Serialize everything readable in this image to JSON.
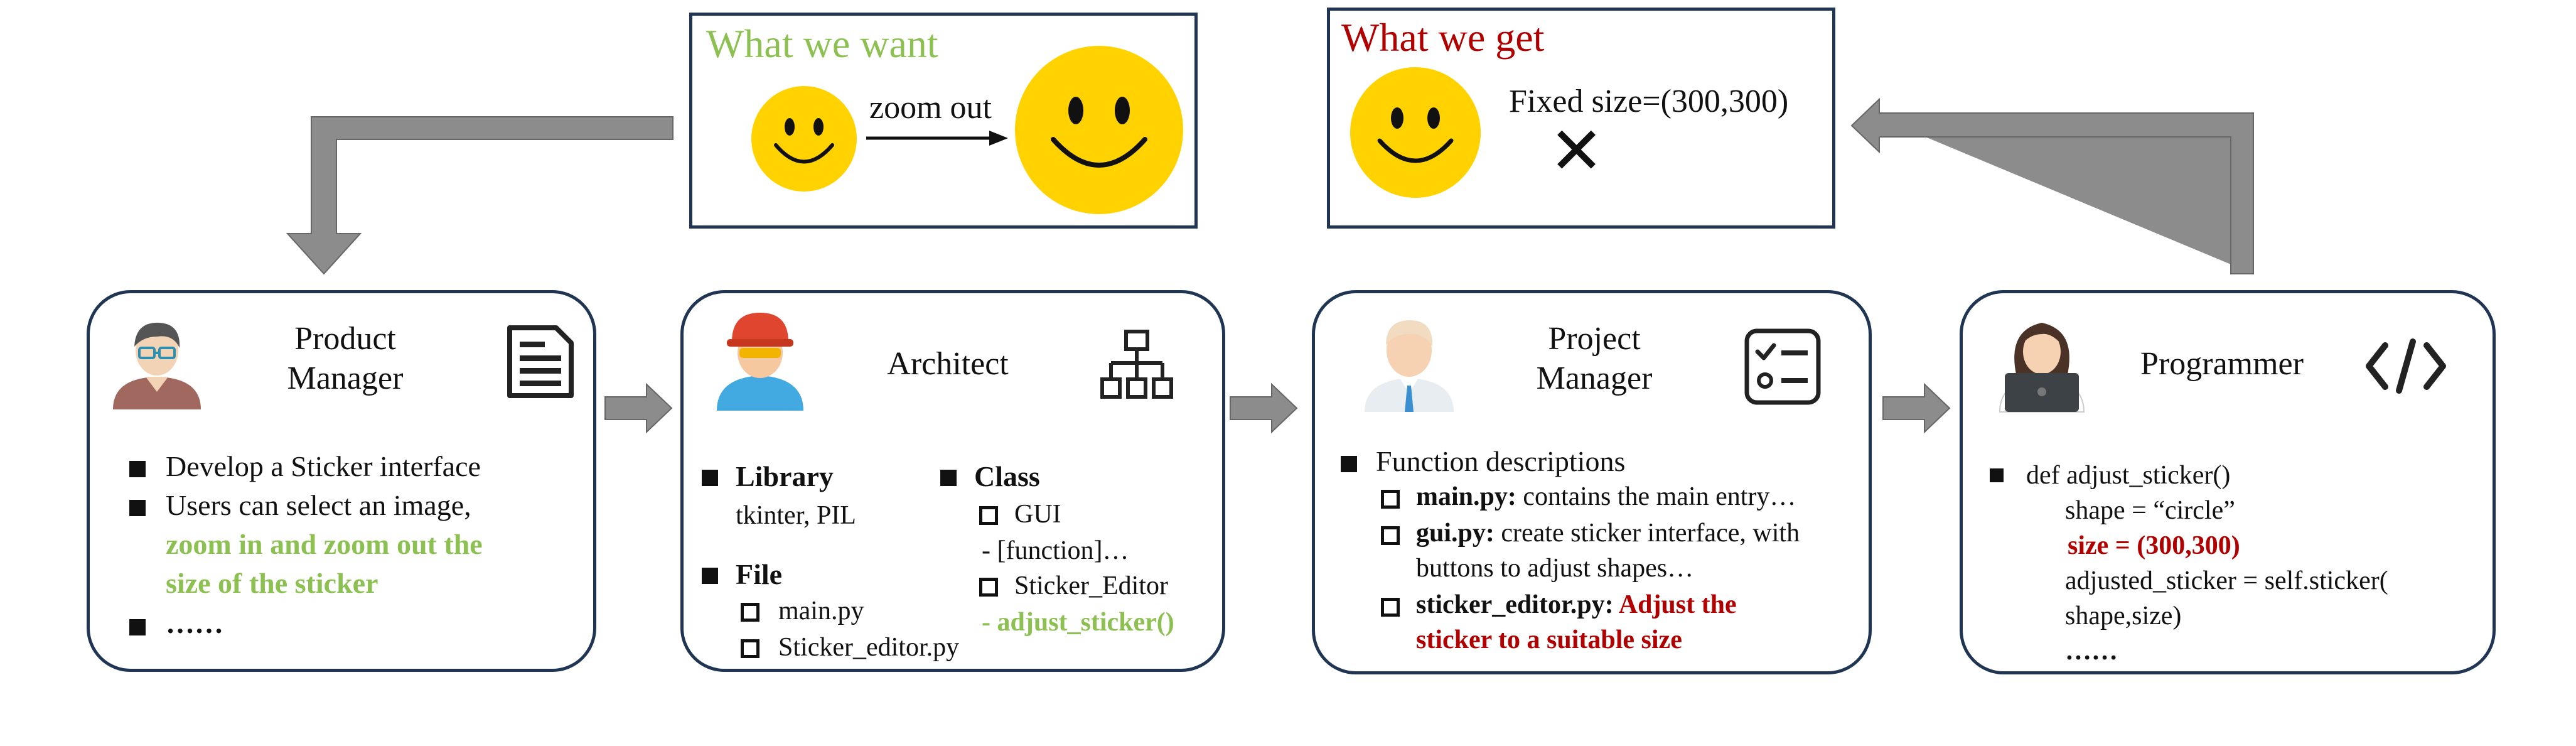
{
  "top_left": {
    "title": "What we want",
    "arrow_label": "zoom out"
  },
  "top_right": {
    "title": "What we get",
    "fixed_label": "Fixed size=(300,300)",
    "cross": "✕"
  },
  "product_manager": {
    "role": "Product Manager",
    "role_line1": "Product",
    "role_line2": "Manager",
    "items": [
      "Develop a Sticker interface",
      "Users can select an image,",
      "zoom in and zoom out the",
      "size of the sticker",
      "……"
    ]
  },
  "architect": {
    "role": "Architect",
    "library_title": "Library",
    "library_value": "tkinter, PIL",
    "file_title": "File",
    "files": [
      "main.py",
      "Sticker_editor.py"
    ],
    "class_title": "Class",
    "class_gui": "GUI",
    "class_gui_fn": "- [function]…",
    "class_editor": "Sticker_Editor",
    "class_editor_fn": "- adjust_sticker()"
  },
  "project_manager": {
    "role_line1": "Project",
    "role_line2": "Manager",
    "heading": "Function descriptions",
    "item1_name": "main.py:",
    "item1_desc": " contains the main entry…",
    "item2_name": "gui.py:",
    "item2_desc": " create sticker interface, with",
    "item2_desc2": "buttons to adjust shapes…",
    "item3_name": "sticker_editor.py:",
    "item3_desc": " Adjust the",
    "item3_desc2": "sticker to a suitable size"
  },
  "programmer": {
    "role": "Programmer",
    "code": [
      "def adjust_sticker()",
      "shape = “circle”",
      "size = (300,300)",
      "adjusted_sticker = self.sticker(",
      "shape,size)",
      "……"
    ]
  },
  "colors": {
    "border": "#1f3553",
    "green": "#8cc152",
    "red": "#b00000",
    "arrow_gray": "#8c8c8c",
    "smiley": "#ffd200"
  }
}
